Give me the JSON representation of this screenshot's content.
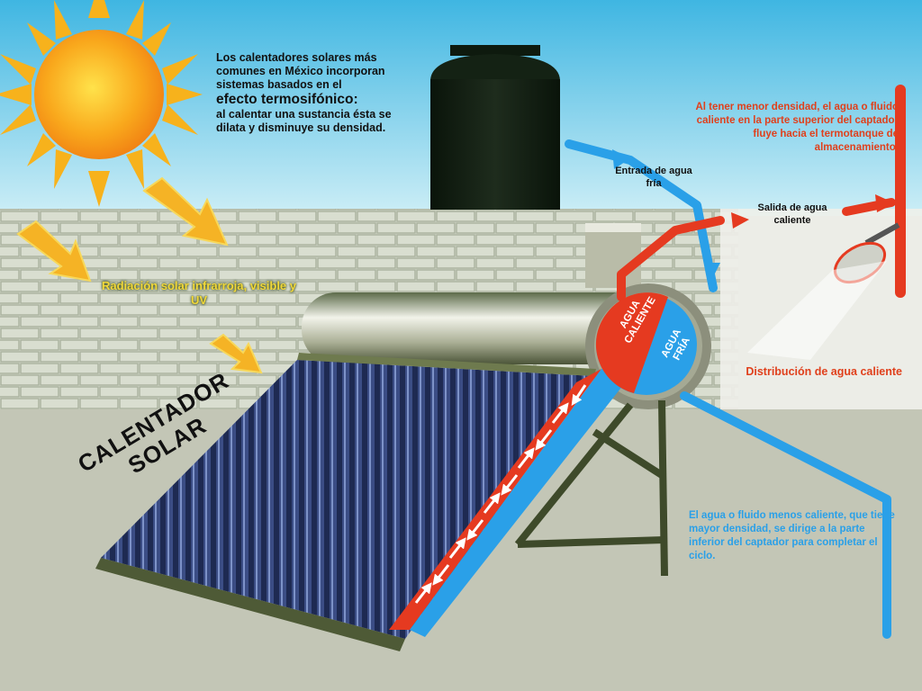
{
  "intro": {
    "line1": "Los calentadores solares más comunes en México incorporan sistemas basados en el",
    "emphasis": "efecto termosifónico:",
    "line2": "al calentar una sustancia ésta se dilata y disminuye su densidad."
  },
  "red_note": "Al tener menor densidad, el agua o fluido caliente en la parte superior del captador fluye hacia el termotanque de almacenamiento.",
  "inlet_label": "Entrada de agua fría",
  "outlet_label": "Salida de agua caliente",
  "distribution_label": "Distribución de agua caliente",
  "radiation_label": "Radiación solar infrarroja, visible y UV",
  "blue_note": "El agua o fluido menos caliente, que tiene mayor densidad, se dirige a la parte inferior del captador para completar el ciclo.",
  "heater_title": "CALENTADOR SOLAR",
  "hot_label": "AGUA CALIENTE",
  "cold_label": "AGUA FRÍA",
  "colors": {
    "sky": "#7fd0ea",
    "sun": "#f7a21a",
    "hot": "#e53a20",
    "cold": "#2aa0e8",
    "wall": "#d9ddd2",
    "panel": "#2c3a66",
    "tank": "#0e1a0e",
    "arrow_yellow": "#f5b325"
  }
}
